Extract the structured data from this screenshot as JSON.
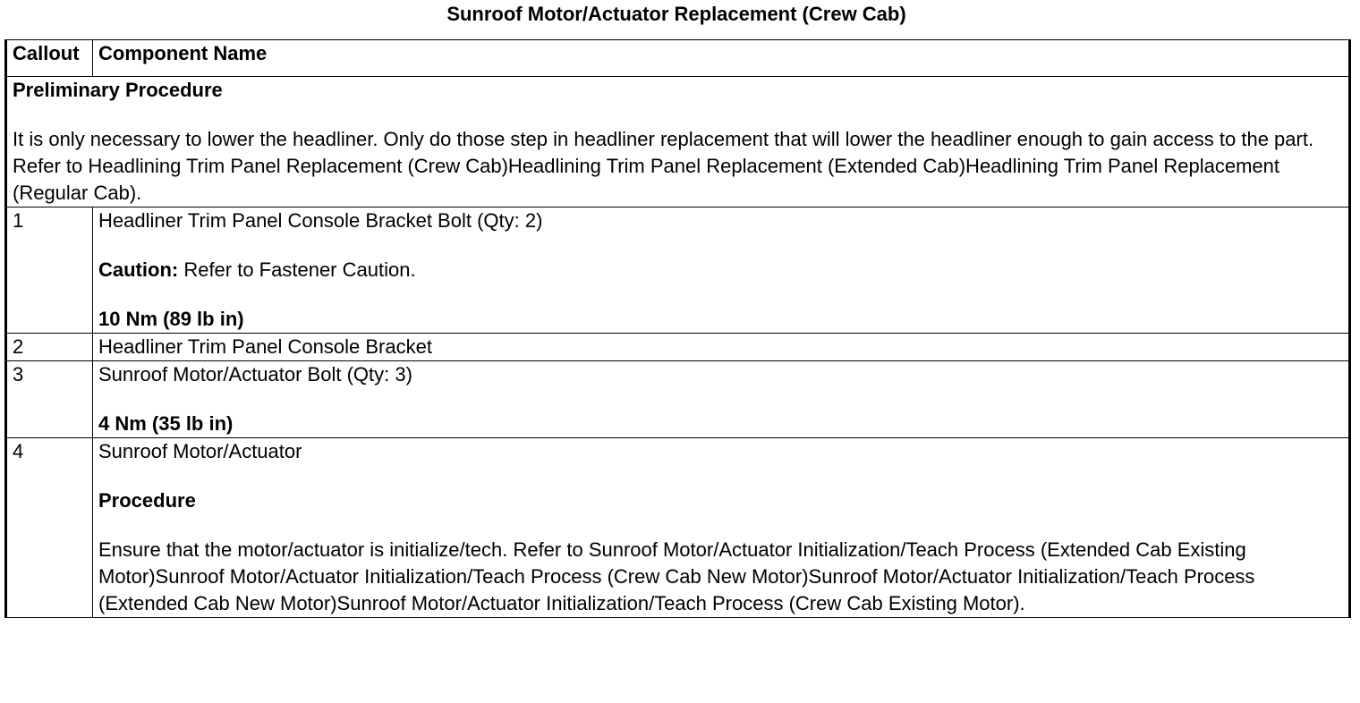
{
  "title": "Sunroof Motor/Actuator Replacement (Crew Cab)",
  "table": {
    "headers": {
      "callout": "Callout",
      "component": "Component Name"
    },
    "preliminary": {
      "heading": "Preliminary Procedure",
      "text": "It is only necessary to lower the headliner. Only do those step in headliner replacement that will lower the headliner enough to gain access to the part. Refer to Headlining Trim Panel Replacement (Crew Cab)Headlining Trim Panel Replacement (Extended Cab)Headlining Trim Panel Replacement (Regular Cab)."
    },
    "rows": [
      {
        "callout": "1",
        "name": "Headliner Trim Panel Console Bracket Bolt (Qty: 2)",
        "caution_label": "Caution:",
        "caution_text": " Refer to Fastener Caution.",
        "torque": "10 Nm (89 lb in)"
      },
      {
        "callout": "2",
        "name": "Headliner Trim Panel Console Bracket"
      },
      {
        "callout": "3",
        "name": "Sunroof Motor/Actuator Bolt (Qty: 3)",
        "torque": "4 Nm (35 lb in)"
      },
      {
        "callout": "4",
        "name": "Sunroof Motor/Actuator",
        "procedure_label": "Procedure",
        "procedure_text": "Ensure that the motor/actuator is initialize/tech. Refer to Sunroof Motor/Actuator Initialization/Teach Process (Extended Cab Existing Motor)Sunroof Motor/Actuator Initialization/Teach Process (Crew Cab New Motor)Sunroof Motor/Actuator Initialization/Teach Process (Extended Cab New Motor)Sunroof Motor/Actuator Initialization/Teach Process (Crew Cab Existing Motor)."
      }
    ]
  }
}
